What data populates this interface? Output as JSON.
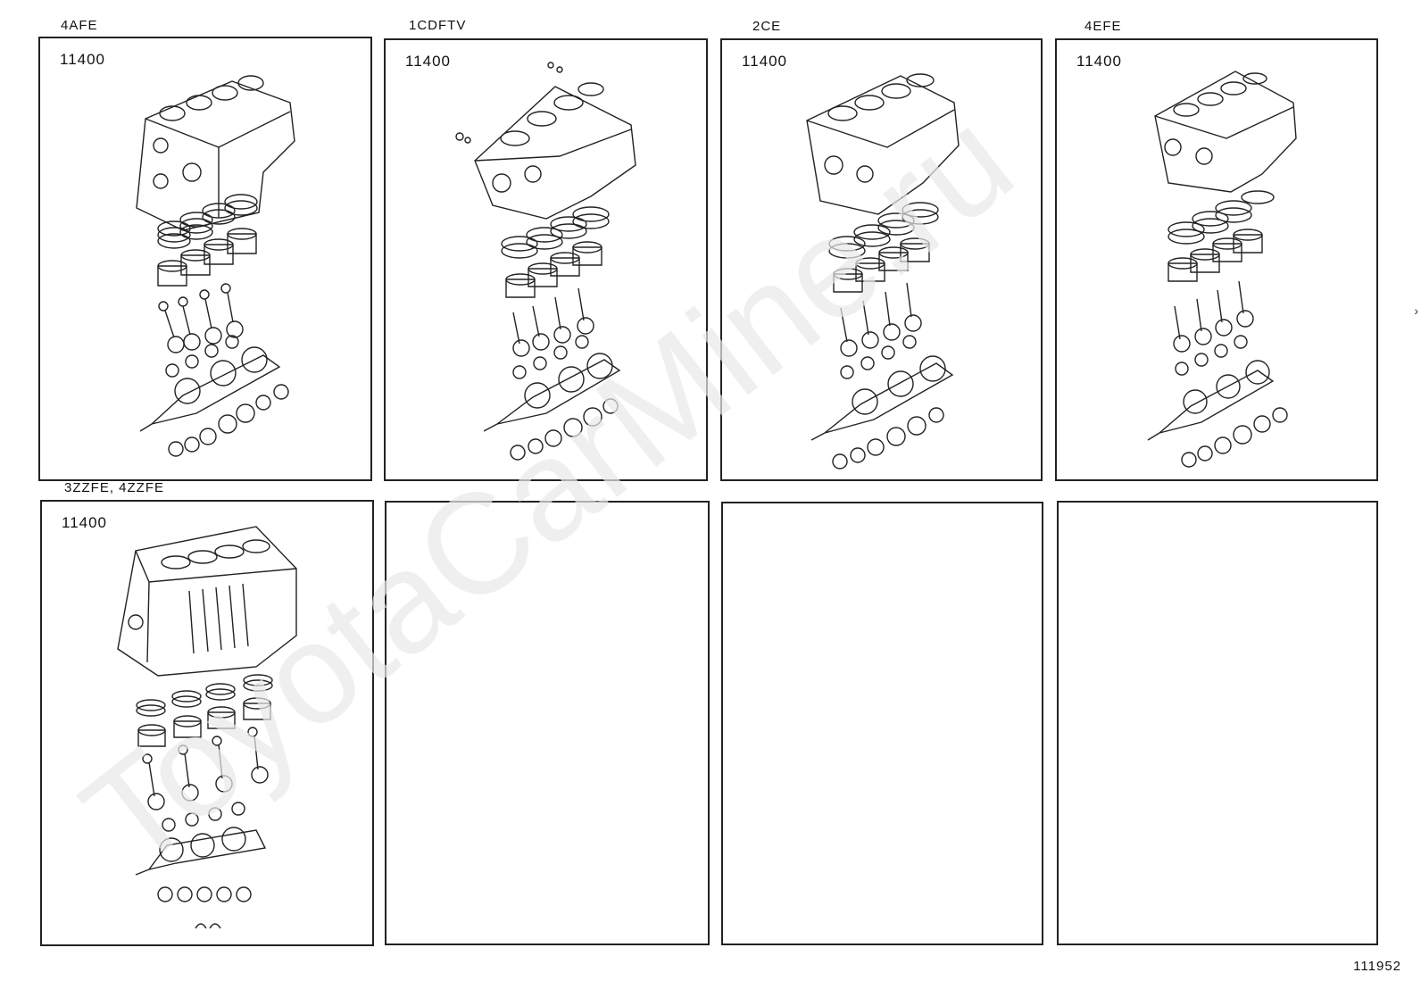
{
  "panels": [
    {
      "engine": "4AFE",
      "part_number": "11400",
      "has_drawing": true
    },
    {
      "engine": "1CDFTV",
      "part_number": "11400",
      "has_drawing": true
    },
    {
      "engine": "2CE",
      "part_number": "11400",
      "has_drawing": true
    },
    {
      "engine": "4EFE",
      "part_number": "11400",
      "has_drawing": true
    },
    {
      "engine": "3ZZFE, 4ZZFE",
      "part_number": "11400",
      "has_drawing": true
    },
    {
      "engine": "",
      "part_number": "",
      "has_drawing": false
    },
    {
      "engine": "",
      "part_number": "",
      "has_drawing": false
    },
    {
      "engine": "",
      "part_number": "",
      "has_drawing": false
    }
  ],
  "watermark": "ToyotaCarMine.ru",
  "diagram_id": "111952",
  "colors": {
    "line": "#222222",
    "watermark": "#e9e9e9"
  }
}
